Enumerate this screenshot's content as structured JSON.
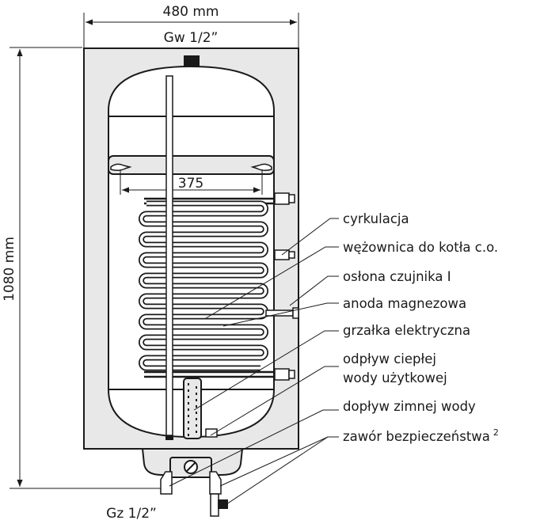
{
  "dimensions": {
    "width": "480 mm",
    "height": "1080 mm",
    "top_connection": "Gw 1/2”",
    "bottom_connection": "Gz 1/2”",
    "coil_width": "375"
  },
  "labels": {
    "circulation": "cyrkulacja",
    "coil": "wężownica do kotła c.o.",
    "sensor_sleeve": "osłona czujnika I",
    "anode": "anoda magnezowa",
    "heater": "grzałka elektryczna",
    "hot_water_line1": "odpływ ciepłej",
    "hot_water_line2": "wody użytkowej",
    "cold_water": "dopływ zimnej wody",
    "safety_valve": "zawór bezpieczeństwa",
    "safety_valve_note": "2"
  },
  "colors": {
    "housing_fill": "#e8e8e8",
    "tank_fill": "#ffffff",
    "line": "#1a1a1a"
  }
}
